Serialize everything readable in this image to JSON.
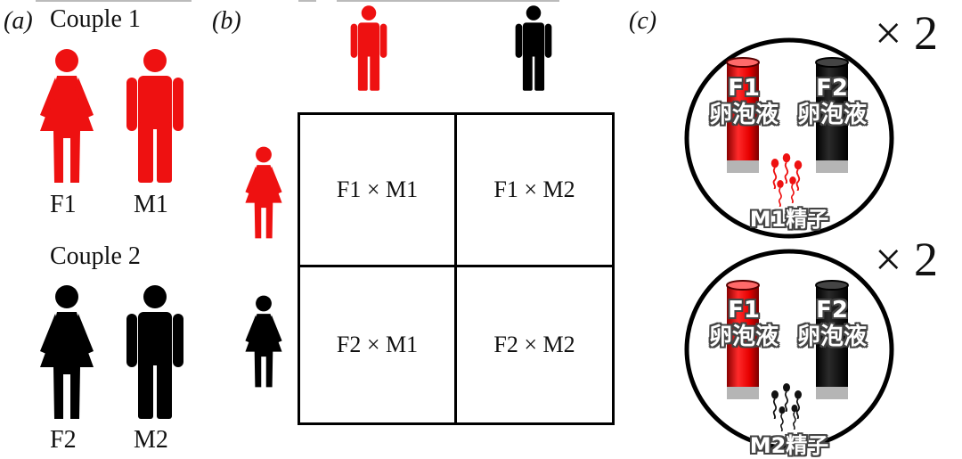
{
  "panel_a": {
    "label": "(a)",
    "couple1": {
      "title": "Couple 1",
      "female_label": "F1",
      "male_label": "M1",
      "color": "#ee1111"
    },
    "couple2": {
      "title": "Couple 2",
      "female_label": "F2",
      "male_label": "M2",
      "color": "#000000"
    }
  },
  "panel_b": {
    "label": "(b)",
    "cells": [
      {
        "text": "F1 × M1"
      },
      {
        "text": "F1 × M2"
      },
      {
        "text": "F2 × M1"
      },
      {
        "text": "F2 × M2"
      }
    ]
  },
  "panel_c": {
    "label": "(c)",
    "circles": [
      {
        "multiplier": "× 2",
        "tube1_label": "F1",
        "tube1_sub": "卵泡液",
        "tube2_label": "F2",
        "tube2_sub": "卵泡液",
        "sperm_label": "M1精子",
        "sperm_color": "#ee1111"
      },
      {
        "multiplier": "× 2",
        "tube1_label": "F1",
        "tube1_sub": "卵泡液",
        "tube2_label": "F2",
        "tube2_sub": "卵泡液",
        "sperm_label": "M2精子",
        "sperm_color": "#111111"
      }
    ]
  },
  "colors": {
    "red": "#ee1111",
    "black": "#000000"
  },
  "icons": [
    "female-figure-icon",
    "male-figure-icon",
    "test-tube-icon",
    "sperm-icon"
  ]
}
